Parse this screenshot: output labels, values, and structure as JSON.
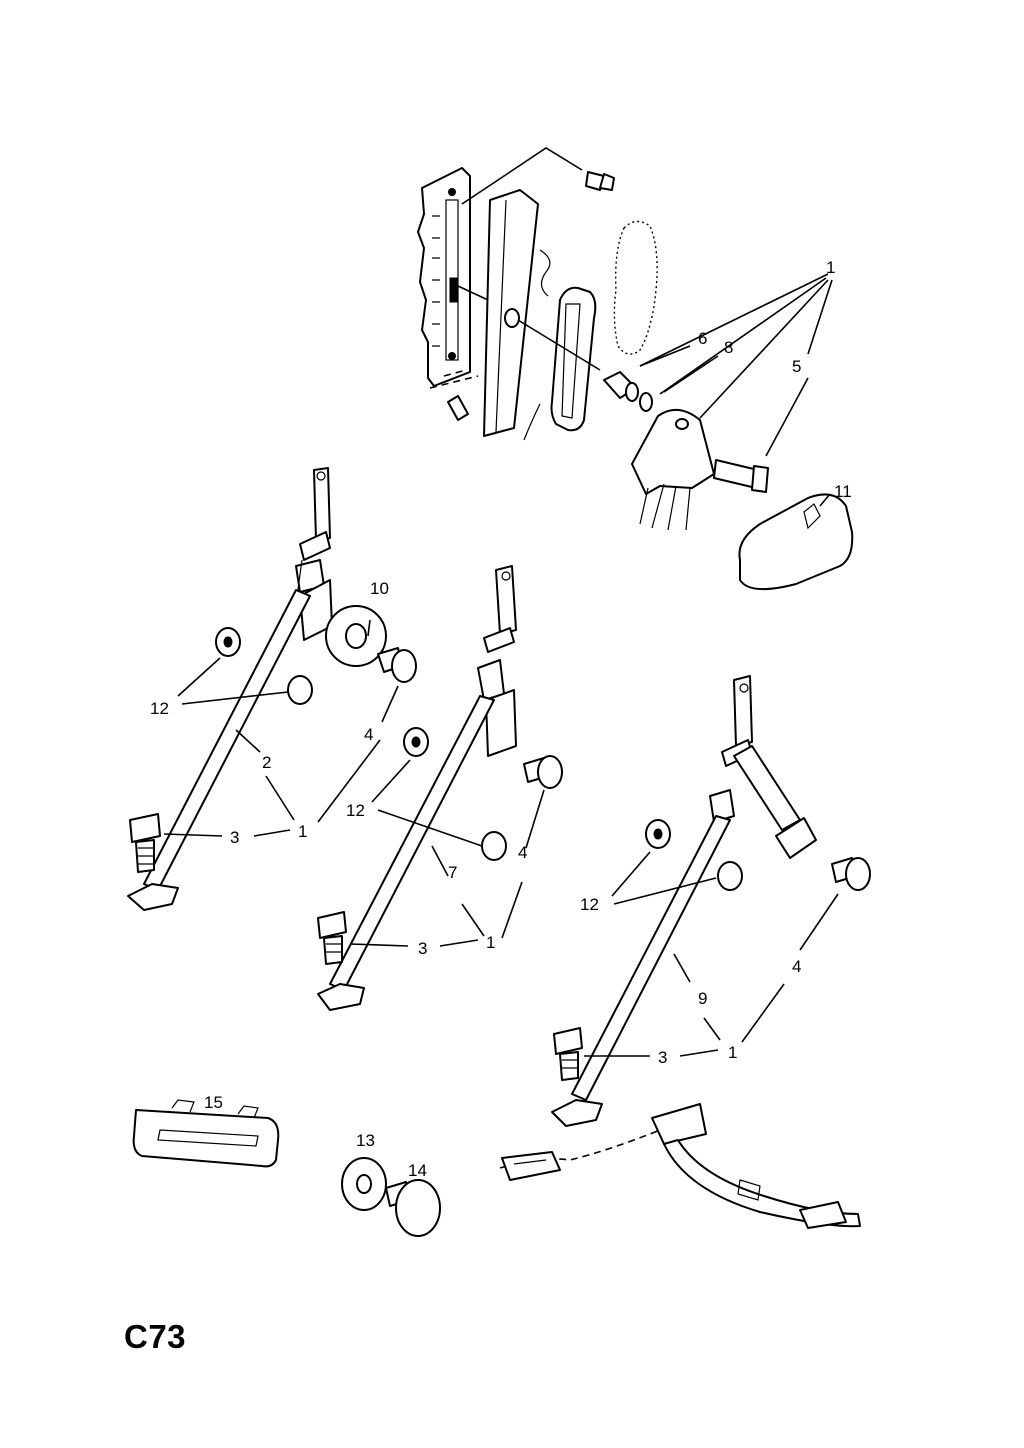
{
  "diagram": {
    "page_code": "C73",
    "callouts": {
      "n1_top": "1",
      "n6": "6",
      "n8": "8",
      "n5": "5",
      "n11": "11",
      "n10": "10",
      "n12_a": "12",
      "n4_a": "4",
      "n2": "2",
      "n3_a": "3",
      "n1_a": "1",
      "n12_b": "12",
      "n4_b": "4",
      "n7": "7",
      "n3_b": "3",
      "n1_b": "1",
      "n12_c": "12",
      "n4_c": "4",
      "n9": "9",
      "n3_c": "3",
      "n1_c": "1",
      "n15": "15",
      "n13": "13",
      "n14": "14"
    }
  }
}
